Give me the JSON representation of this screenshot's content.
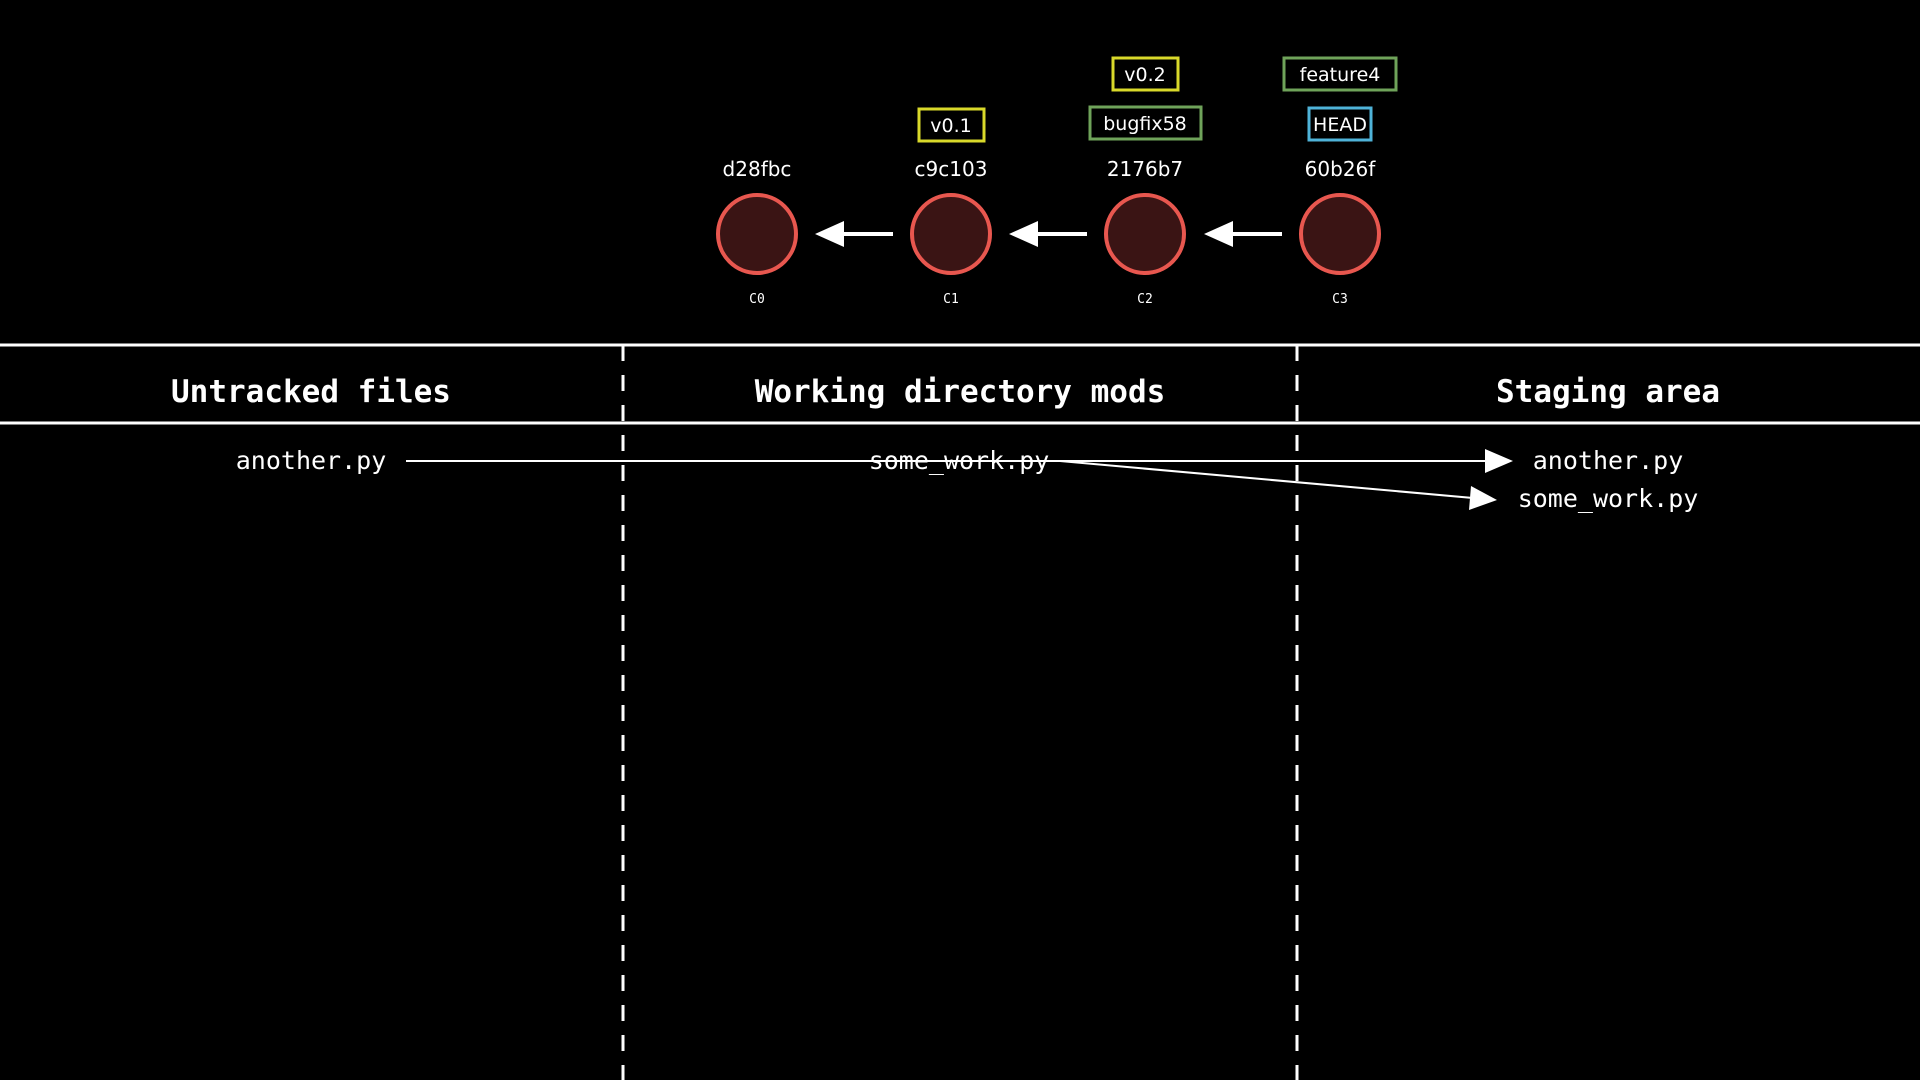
{
  "colors": {
    "background": "#000000",
    "line": "#ffffff",
    "commit_stroke": "#e8574f",
    "commit_fill": "#3a1414",
    "tag_border": "#d9d92a",
    "branch_border": "#6fa35a",
    "head_border": "#4fb3d9"
  },
  "commits": [
    {
      "hash": "d28fbc",
      "id": "C0",
      "labels": []
    },
    {
      "hash": "c9c103",
      "id": "C1",
      "labels": [
        {
          "text": "v0.1",
          "kind": "tag"
        }
      ]
    },
    {
      "hash": "2176b7",
      "id": "C2",
      "labels": [
        {
          "text": "bugfix58",
          "kind": "branch"
        },
        {
          "text": "v0.2",
          "kind": "tag"
        }
      ]
    },
    {
      "hash": "60b26f",
      "id": "C3",
      "labels": [
        {
          "text": "HEAD",
          "kind": "head"
        },
        {
          "text": "feature4",
          "kind": "branch"
        }
      ]
    }
  ],
  "columns": [
    {
      "title": "Untracked files",
      "files": [
        "another.py"
      ]
    },
    {
      "title": "Working directory mods",
      "files": [
        "some_work.py"
      ]
    },
    {
      "title": "Staging area",
      "files": [
        "another.py",
        "some_work.py"
      ]
    }
  ],
  "moves": [
    {
      "from": "another.py",
      "to": "another.py"
    },
    {
      "from": "some_work.py",
      "to": "some_work.py"
    }
  ]
}
